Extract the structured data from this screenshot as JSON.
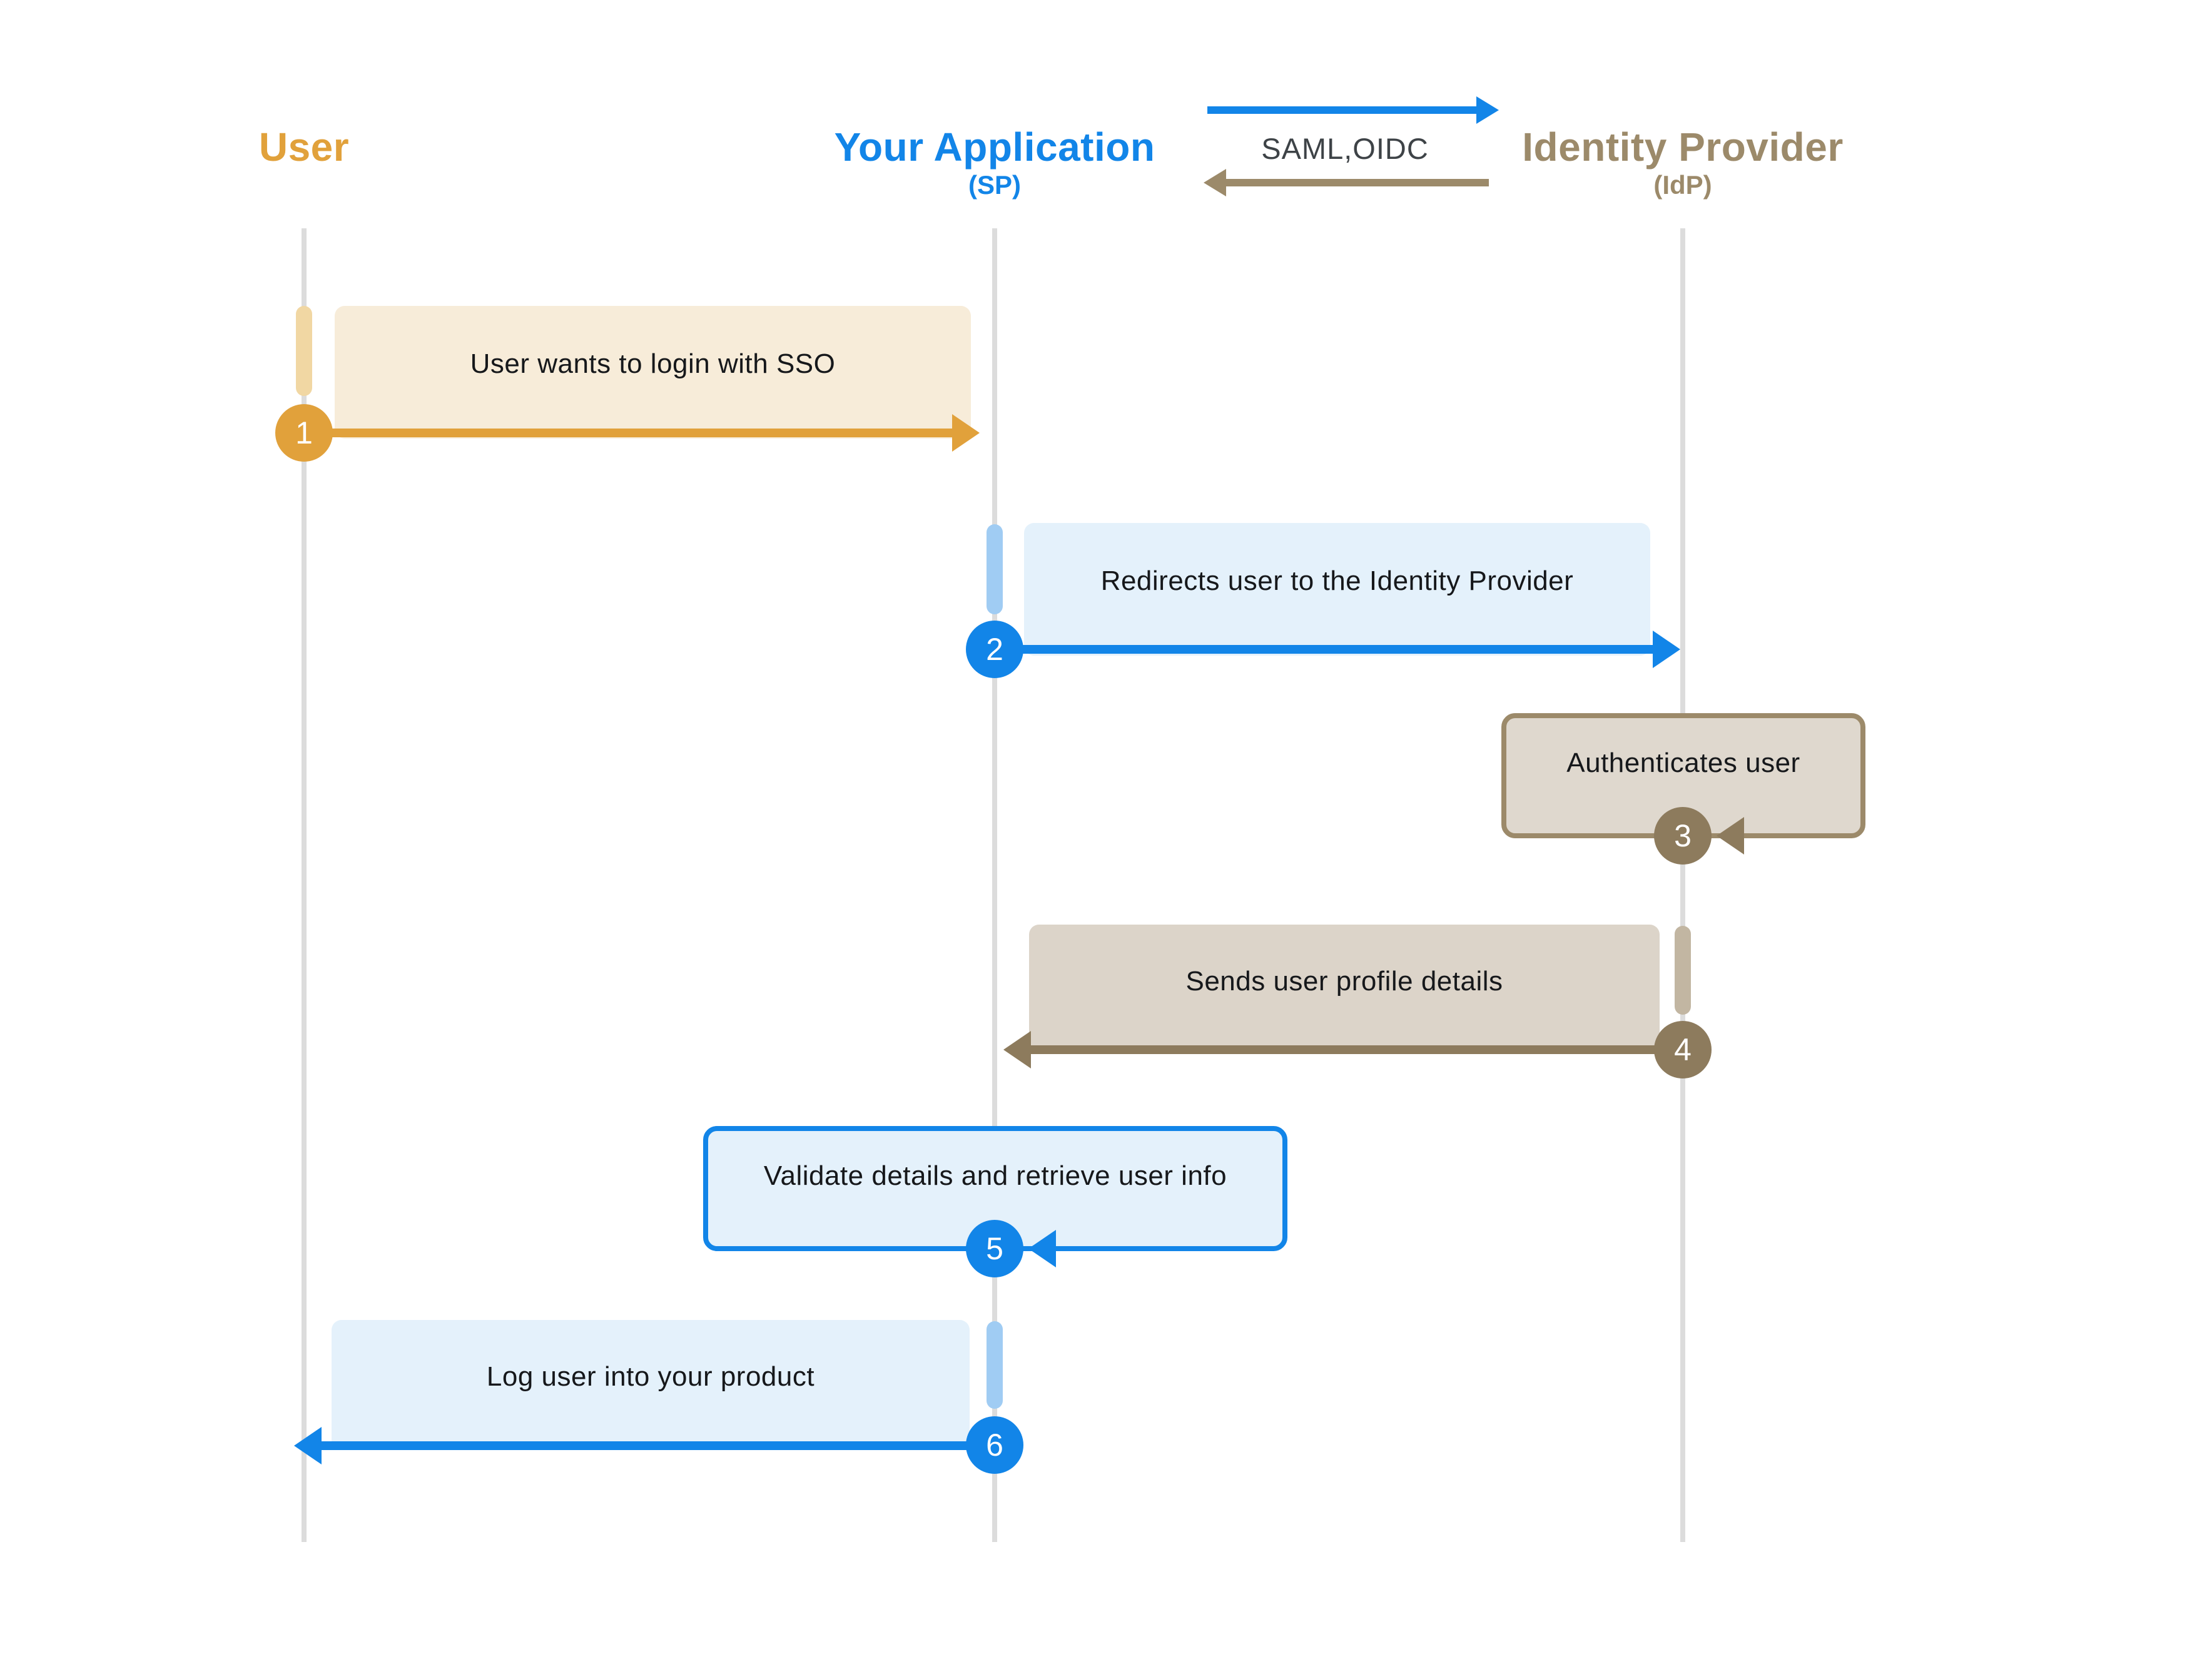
{
  "actors": [
    {
      "id": "user",
      "name": "User",
      "sub": ""
    },
    {
      "id": "application",
      "name": "Your Application",
      "sub": "(SP)"
    },
    {
      "id": "idp",
      "name": "Identity Provider",
      "sub": "(IdP)"
    }
  ],
  "legend": {
    "label": "SAML,OIDC"
  },
  "steps": [
    {
      "num": "1",
      "text": "User wants to login with SSO",
      "from": "user",
      "to": "application"
    },
    {
      "num": "2",
      "text": "Redirects user to the Identity Provider",
      "from": "application",
      "to": "idp"
    },
    {
      "num": "3",
      "text": "Authenticates user",
      "from": "idp",
      "to": "idp"
    },
    {
      "num": "4",
      "text": "Sends user profile details",
      "from": "idp",
      "to": "application"
    },
    {
      "num": "5",
      "text": "Validate details and retrieve user info",
      "from": "application",
      "to": "application"
    },
    {
      "num": "6",
      "text": "Log user into your product",
      "from": "application",
      "to": "user"
    }
  ],
  "colors": {
    "gold": "#E1A13B",
    "gold_box": "#F7ECD9",
    "gold_activation": "#F1D7A3",
    "blue": "#1285E8",
    "blue_box": "#E4F1FB",
    "blue_activation": "#A0CCF3",
    "brown": "#8D7B5D",
    "brown_border": "#9C8A6A",
    "brown_box": "#DCD4C9",
    "brown_box_bordered": "#DFD8CE",
    "brown_activation": "#C2B6A2",
    "lifeline": "#DCDCDC",
    "message_text": "#16181B",
    "legend_text": "#3E4347"
  }
}
